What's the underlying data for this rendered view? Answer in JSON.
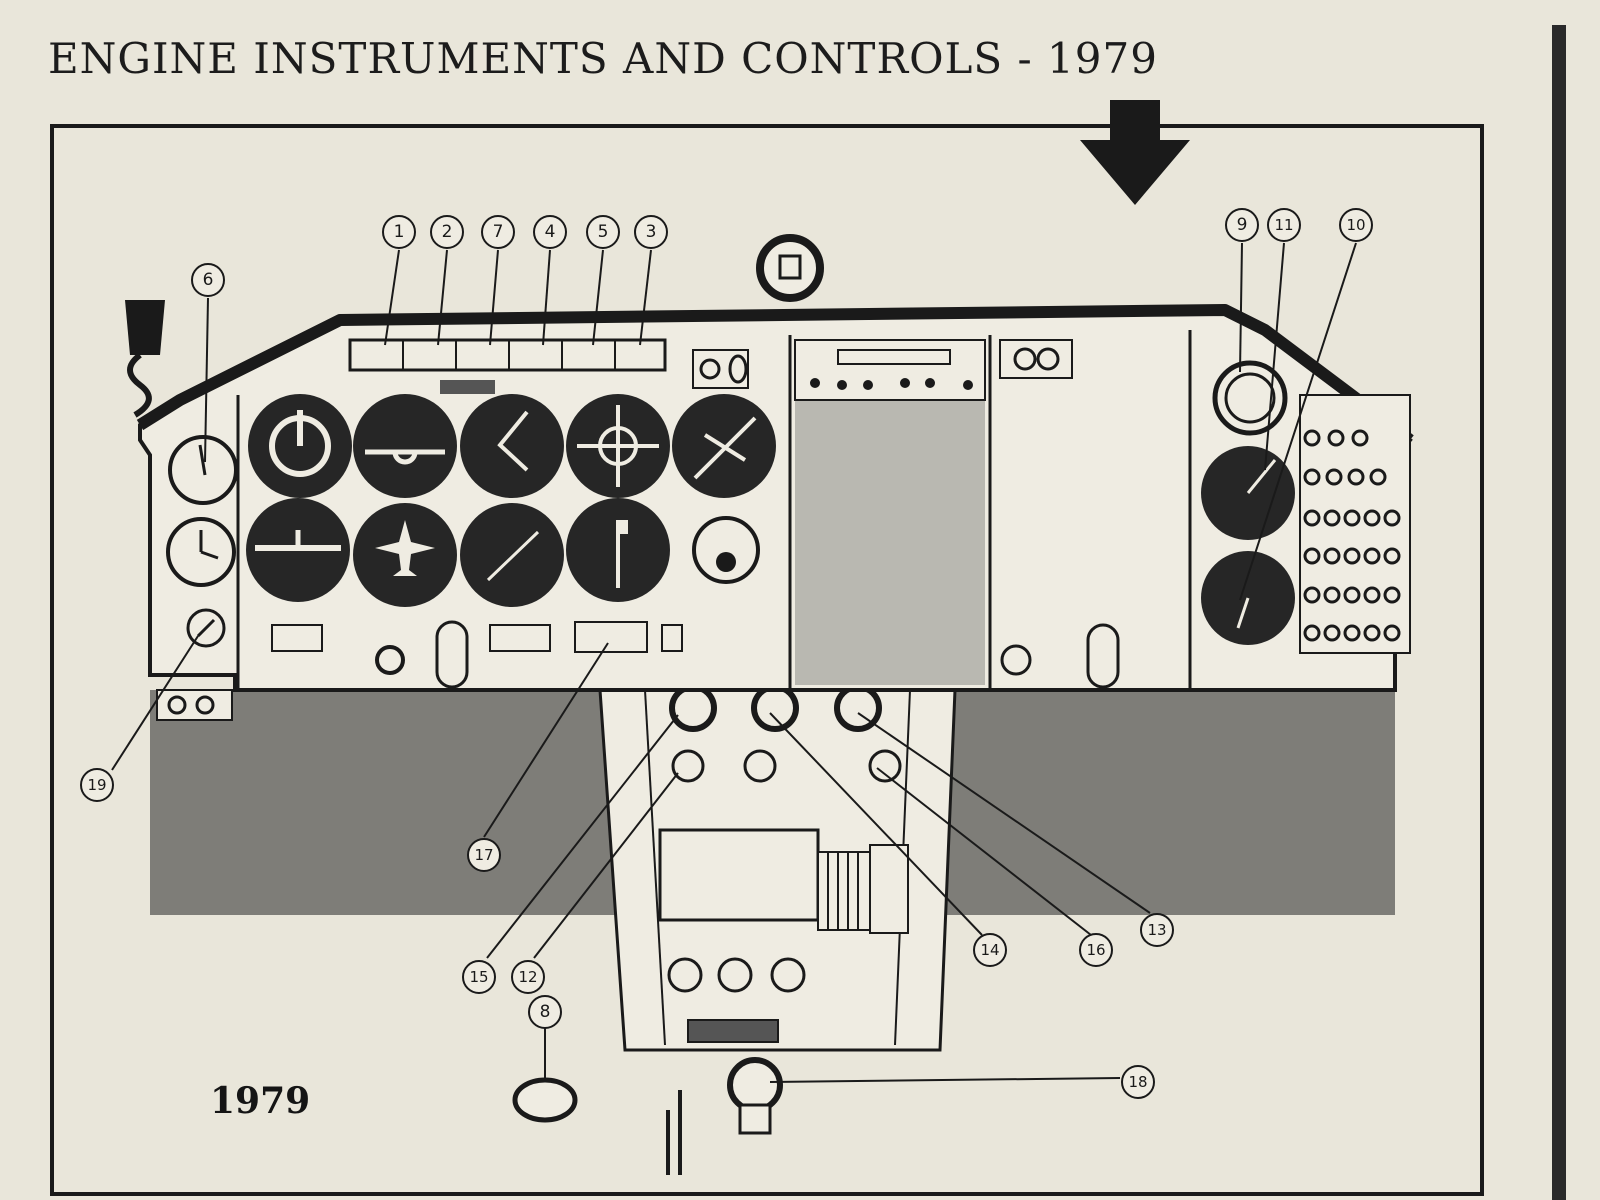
{
  "title": "ENGINE INSTRUMENTS AND CONTROLS - 1979",
  "year_label": "1979",
  "colors": {
    "paper": "#e9e6da",
    "ink": "#1a1a1a",
    "gauge_face": "#262626",
    "shade": "#7e7d78"
  },
  "callouts": [
    {
      "id": "c1",
      "label": "1"
    },
    {
      "id": "c2",
      "label": "2"
    },
    {
      "id": "c7",
      "label": "7"
    },
    {
      "id": "c4",
      "label": "4"
    },
    {
      "id": "c5",
      "label": "5"
    },
    {
      "id": "c3",
      "label": "3"
    },
    {
      "id": "c6",
      "label": "6"
    },
    {
      "id": "c9",
      "label": "9"
    },
    {
      "id": "c11",
      "label": "11"
    },
    {
      "id": "c10",
      "label": "10"
    },
    {
      "id": "c19",
      "label": "19"
    },
    {
      "id": "c17",
      "label": "17"
    },
    {
      "id": "c15",
      "label": "15"
    },
    {
      "id": "c12",
      "label": "12"
    },
    {
      "id": "c14",
      "label": "14"
    },
    {
      "id": "c16",
      "label": "16"
    },
    {
      "id": "c13",
      "label": "13"
    },
    {
      "id": "c8",
      "label": "8"
    },
    {
      "id": "c18",
      "label": "18"
    }
  ]
}
